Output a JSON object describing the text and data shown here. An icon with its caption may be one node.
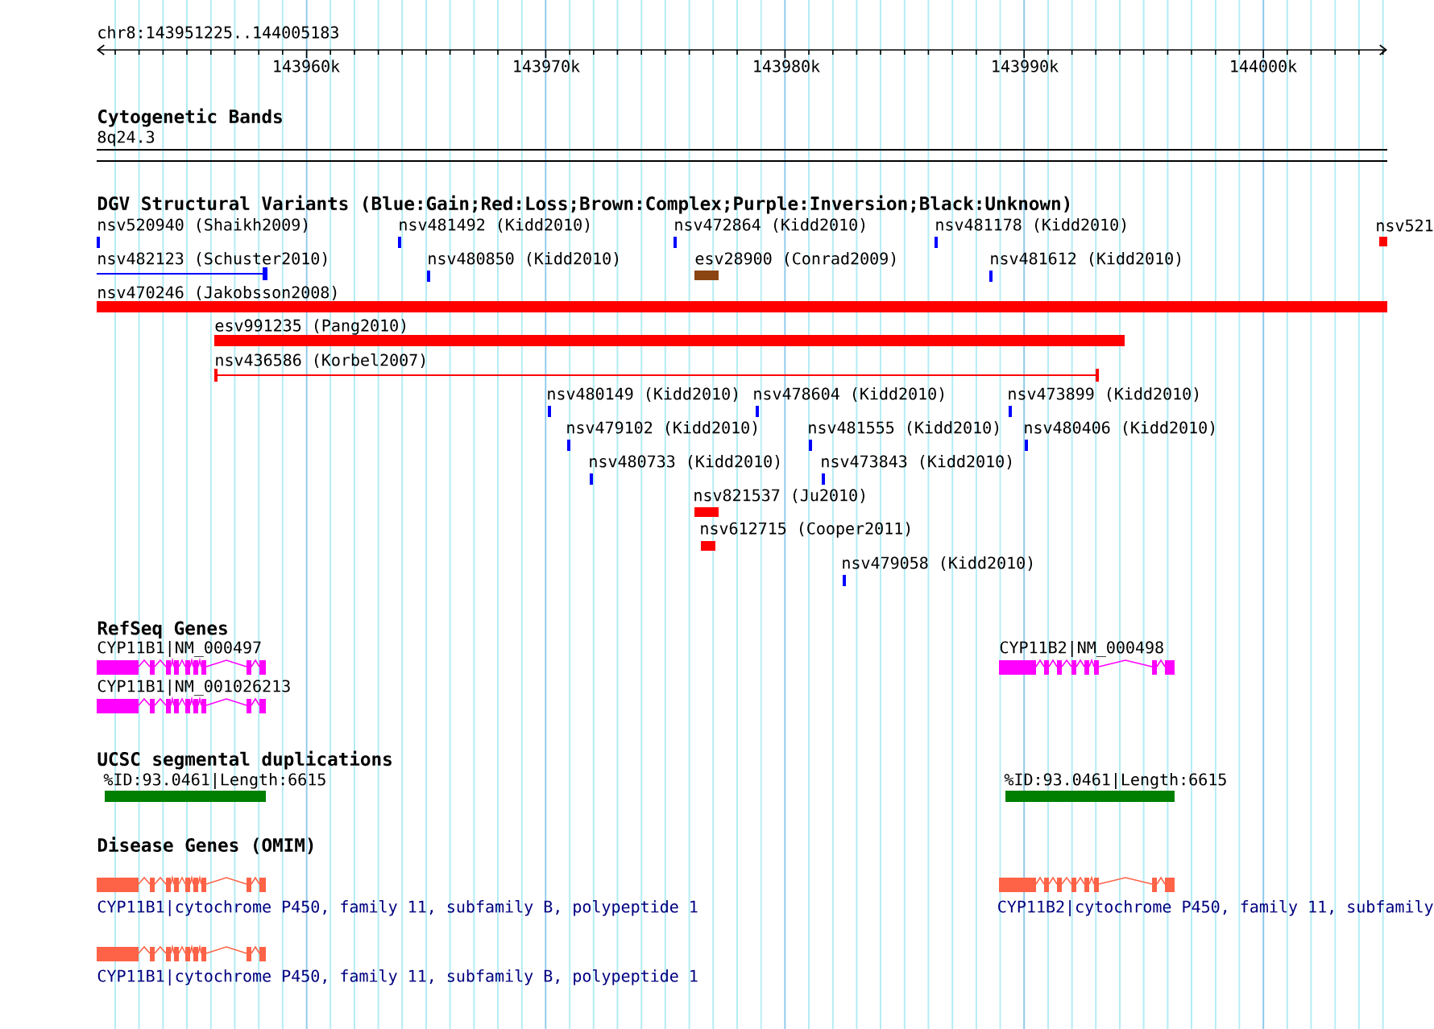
{
  "diagram": {
    "title": "chr8:143951225..144005183",
    "labels": [
      "143960k",
      "143970k",
      "143980k",
      "143990k",
      "144000k",
      "Cytogenetic Bands",
      "8q24.3",
      "DGV Structural Variants (Blue:Gain;Red:Loss;Brown:Complex;Purple:Inversion;Black:Unknown)",
      "nsv520940 (Shaikh2009)",
      "nsv481492 (Kidd2010)",
      "nsv472864 (Kidd2010)",
      "nsv481178 (Kidd2010)",
      "nsv521",
      "nsv482123 (Schuster2010)",
      "nsv480850 (Kidd2010)",
      "esv28900 (Conrad2009)",
      "nsv481612 (Kidd2010)",
      "nsv470246 (Jakobsson2008)",
      "esv991235 (Pang2010)",
      "nsv436586 (Korbel2007)",
      "nsv480149 (Kidd2010)",
      "nsv478604 (Kidd2010)",
      "nsv473899 (Kidd2010)",
      "nsv479102 (Kidd2010)",
      "nsv481555 (Kidd2010)",
      "nsv480406 (Kidd2010)",
      "nsv480733 (Kidd2010)",
      "nsv473843 (Kidd2010)",
      "nsv821537 (Ju2010)",
      "nsv612715 (Cooper2011)",
      "nsv479058 (Kidd2010)",
      "RefSeq Genes",
      "CYP11B1|NM_000497",
      "CYP11B2|NM_000498",
      "CYP11B1|NM_001026213",
      "UCSC segmental duplications",
      "%ID:93.0461|Length:6615",
      "%ID:93.0461|Length:6615",
      "Disease Genes (OMIM)",
      "CYP11B1|cytochrome P450, family 11, subfamily B, polypeptide 1",
      "CYP11B2|cytochrome P450, family 11, subfamily",
      "CYP11B1|cytochrome P450, family 11, subfamily B, polypeptide 1"
    ]
  }
}
